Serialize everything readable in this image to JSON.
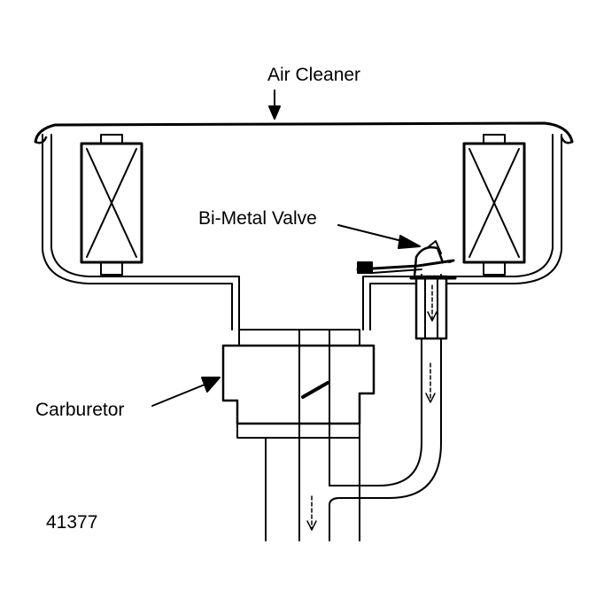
{
  "labels": {
    "air_cleaner": "Air Cleaner",
    "bi_metal_valve": "Bi-Metal Valve",
    "carburetor": "Carburetor",
    "figure_number": "41377"
  },
  "colors": {
    "ink": "#000000",
    "background": "#ffffff"
  }
}
